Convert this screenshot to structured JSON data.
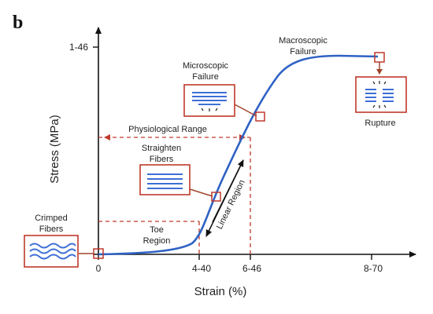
{
  "panel_letter": "b",
  "axes": {
    "y_label": "Stress (MPa)",
    "x_label": "Strain (%)",
    "y_tick": "1-46",
    "x_ticks": [
      "0",
      "4-40",
      "6-46",
      "8-70"
    ]
  },
  "labels": {
    "macroscopic": [
      "Macroscopic",
      "Failure"
    ],
    "microscopic": [
      "Microscopic",
      "Failure"
    ],
    "physiological": "Physiological Range",
    "straighten": [
      "Straighten",
      "Fibers"
    ],
    "rupture": "Rupture",
    "linear": "Linear Region",
    "toe": [
      "Toe",
      "Region"
    ],
    "crimped": [
      "Crimped",
      "Fibers"
    ]
  },
  "colors": {
    "curve": "#2f62c4",
    "fiber": "#3d6fd6",
    "box_border": "#c0392b",
    "leader": "#a0452e",
    "dashed": "#c0392b",
    "axis": "#111111"
  },
  "icons": {
    "crimped": "wavy-fibers-icon",
    "straighten": "straight-fibers-icon",
    "microscopic": "partially-torn-fibers-icon",
    "rupture": "ruptured-fibers-icon"
  }
}
